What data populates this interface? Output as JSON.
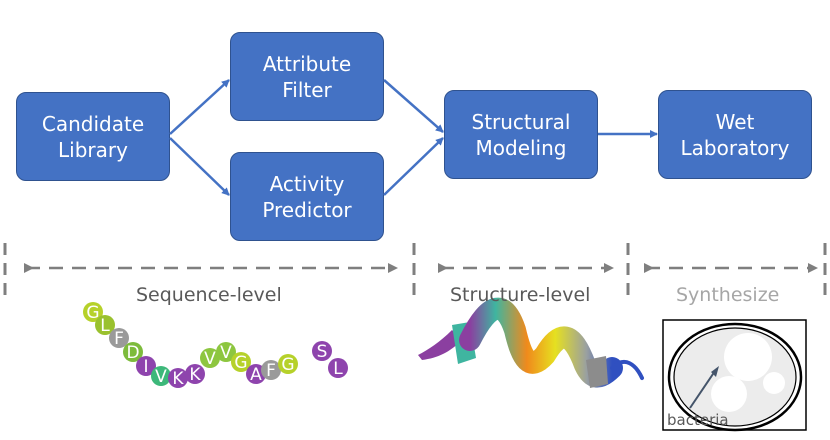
{
  "nodes": {
    "candidate_library": "Candidate\nLibrary",
    "attribute_filter": "Attribute\nFilter",
    "activity_predictor": "Activity\nPredictor",
    "structural_modeling": "Structural\nModeling",
    "wet_laboratory": "Wet\nLaboratory"
  },
  "stages": {
    "sequence": "Sequence-level",
    "structure": "Structure-level",
    "synthesize": "Synthesize"
  },
  "peptide_residues": [
    "G",
    "L",
    "F",
    "D",
    "I",
    "V",
    "K",
    "K",
    "V",
    "V",
    "G",
    "A",
    "F",
    "G",
    "S",
    "L"
  ],
  "bacteria_label": "bacteria",
  "colors": {
    "node_fill": "#4472c4",
    "node_border": "#2f528f",
    "arrow": "#4472c4",
    "stage_line": "#7f7f7f",
    "stage_text_dark": "#595959",
    "stage_text_light": "#a6a6a6"
  }
}
